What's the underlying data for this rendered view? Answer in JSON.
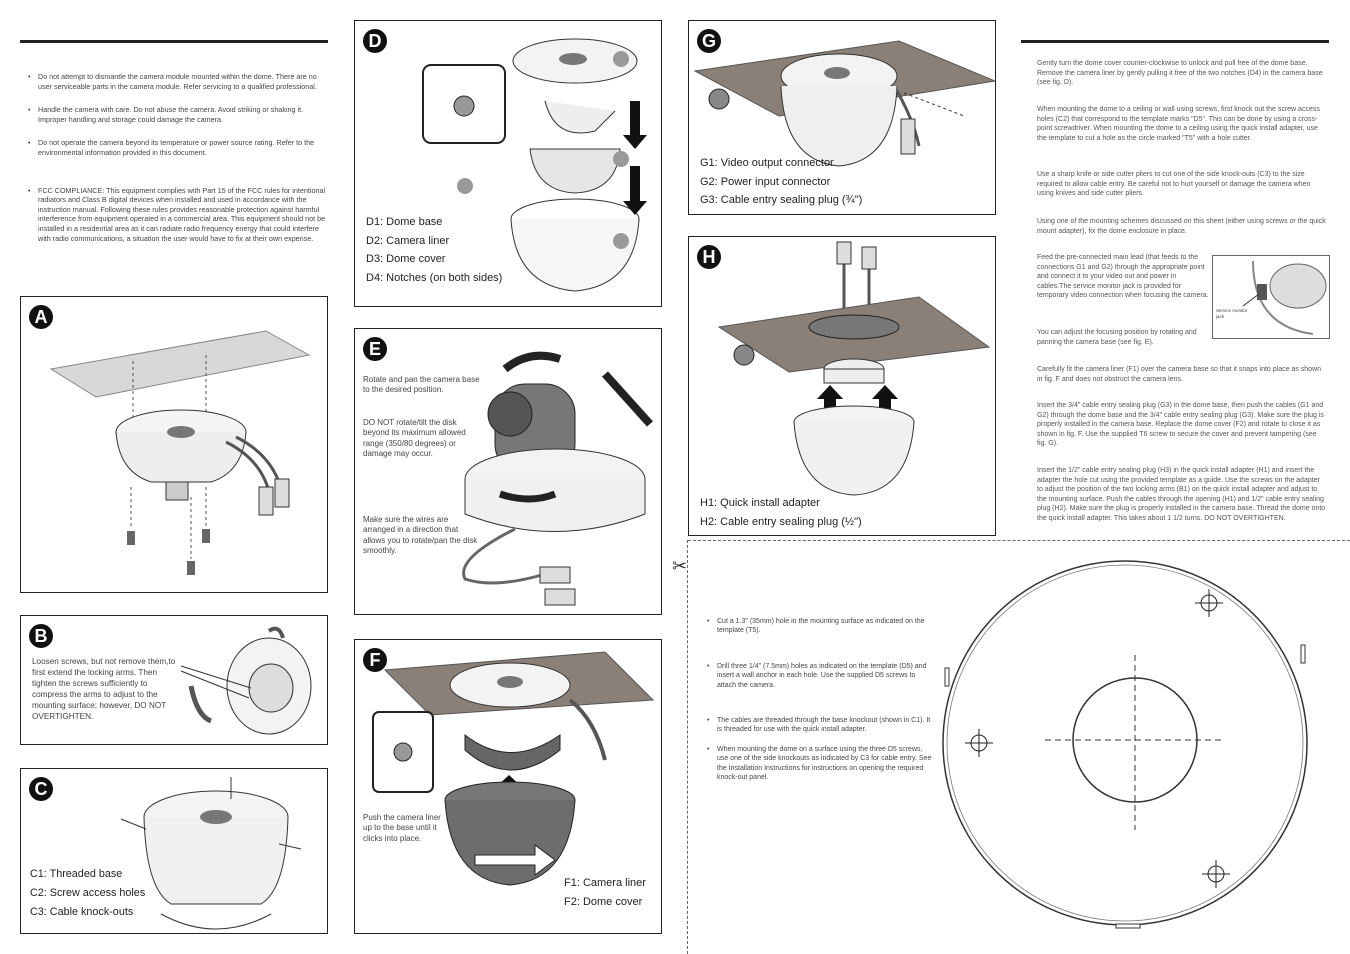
{
  "left_warnings": [
    "Do not attempt to dismantle the camera module mounted within the dome. There are no user serviceable parts in the camera module. Refer servicing to a qualified professional.",
    "Handle the camera with care. Do not abuse the camera. Avoid striking or shaking it. Improper handling and storage could damage the camera.",
    "Do not operate the camera beyond its temperature or power source rating. Refer to the environmental information provided in this document.",
    "FCC COMPLIANCE: This equipment complies with Part 15 of the FCC rules for intentional radiators and Class B digital devices when installed and used in accordance with the instruction manual. Following these rules provides reasonable protection against harmful interference from equipment operated in a commercial area. This equipment should not be installed in a residential area as it can radiate radio frequency energy that could interfere with radio communications, a situation the user would have to fix at their own expense."
  ],
  "panels": {
    "a": {
      "letter": "A"
    },
    "b": {
      "letter": "B",
      "text": "Loosen screws, but not remove them,to first extend the locking arms. Then tighten the screws sufficiently to compress the arms to adjust to the mounting surface; however, DO NOT OVERTIGHTEN."
    },
    "c": {
      "letter": "C",
      "captions": [
        "C1: Threaded base",
        "C2: Screw access holes",
        "C3: Cable knock-outs"
      ]
    },
    "d": {
      "letter": "D",
      "captions": [
        "D1: Dome base",
        "D2: Camera liner",
        "D3: Dome cover",
        "D4: Notches (on both sides)"
      ]
    },
    "e": {
      "letter": "E",
      "note1": "Rotate and pan the camera base to the desired position.",
      "note2": "DO NOT rotate/tilt the disk beyond its maximum allowed range (350/80 degrees) or damage may occur.",
      "note3": "Make sure the wires are arranged in a direction that allows you to rotate/pan the disk smoothly."
    },
    "f": {
      "letter": "F",
      "note": "Push the camera liner up to the base until it clicks into place.",
      "captions": [
        "F1: Camera liner",
        "F2: Dome cover"
      ]
    },
    "g": {
      "letter": "G",
      "captions": [
        "G1: Video output connector",
        "G2: Power input connector",
        "G3: Cable entry sealing plug (¾\")"
      ]
    },
    "h": {
      "letter": "H",
      "captions": [
        "H1: Quick install adapter",
        "H2: Cable entry sealing plug (½\")"
      ]
    }
  },
  "right_paragraphs": [
    "Gently turn the dome cover counter-clockwise to unlock and pull free of the dome base. Remove the camera liner by gently pulling it free of the two notches (D4) in the camera base (see fig. D).",
    "When mounting the dome to a ceiling or wall using screws, first knock out the screw access holes (C2) that correspond to the template marks \"D5\". This can be done by using a cross-point screwdriver. When mounting the dome to a ceiling using the quick install adapter, use the template to cut a hole as the circle marked \"T5\" with a hole cutter.",
    "Use a sharp knife or side cutter pliers to cut one of the side knock-outs (C3) to the size required to allow cable entry. Be careful not to hurt yourself or damage the camera when using knives and side cutter pliers.",
    "Using one of the mounting schemes discussed on this sheet (either using screws or the quick mount adapter), fix the dome enclosure in place.",
    "Feed the pre-connected main lead (that feeds to the connections G1 and G2) through the appropriate point and connect it to your video out and power in cables.The service monitor jack is provided for temporary video connection when focusing the camera.",
    "You can adjust the focusing position by rotating and panning the camera base (see fig. E).",
    "Carefully fit the camera liner (F1) over the camera base so that it snaps into place as shown in fig. F and does not obstruct the camera lens.",
    "Insert the 3/4\" cable entry sealing plug (G3) in the dome base, then push the cables (G1 and G2) through the dome base and the 3/4\" cable entry sealing plug (G3). Make sure the plug is properly installed in the camera base. Replace the dome cover (F2) and rotate to close it as shown in fig. F. Use the supplied T6 screw to secure the cover and prevent tampering (see fig. G).",
    "Insert the 1/2\" cable entry sealing plug (H3) in the quick install adapter (H1) and insert the adapter the hole cut using the provided template as a guide. Use the screws on the adapter to adjust the position of the two locking arms (B1) on the quick install adapter and adjust to the mounting surface. Push the cables through the opening (H1) and 1/2\" cable entry sealing plug (H2). Make sure the plug is properly installed in the camera base. Thread the dome onto the quick install adapter. This takes about 1 1/2 turns. DO NOT OVERTIGHTEN."
  ],
  "service_jack_label": "Service monitor jack",
  "template_bullets": [
    "Cut a 1.3\" (35mm) hole in the mounting surface as indicated on the template (T5).",
    "Drill three 1/4\" (7.5mm) holes as indicated on the template (D5) and insert a wall anchor in each hole. Use the supplied D5 screws to attach the camera.",
    "The cables are threaded through the base knockout (shown in C1). It is threaded for use with the quick install adapter.",
    "When mounting the dome on a surface using the three D5 screws, use one of the side knockouts as indicated by C3 for cable entry. See the Installation Instructions for instructions on opening the required knock-out panel."
  ]
}
